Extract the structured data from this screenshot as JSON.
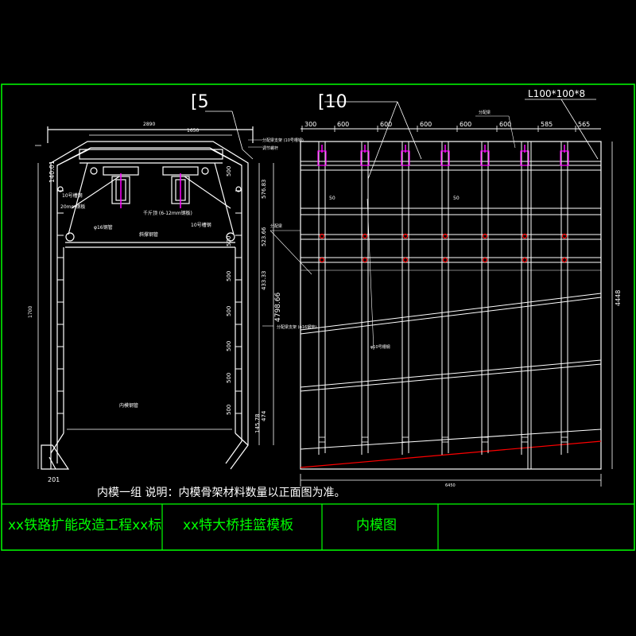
{
  "drawing": {
    "section_tag": "[5",
    "front_tag": "[10",
    "angle_tag": "L100*100*8",
    "caption": "内模一组   说明：内模骨架材料数量以正面图为准。",
    "front_top_dims": [
      "300",
      "600",
      "600",
      "600",
      "600",
      "600",
      "585",
      "565"
    ],
    "section_right_dims": [
      "500",
      "500",
      "500",
      "500",
      "500",
      "500",
      "500"
    ],
    "section_right_extra": [
      "576.83",
      "523.66",
      "433.33",
      "474"
    ],
    "section_left_dims": [
      "140.01",
      "1700"
    ],
    "side_numbers": [
      "4798.66",
      "4448"
    ],
    "small_notes": [
      "10号槽钢",
      "20mm钢板",
      "φ16钢管",
      "10号槽钢",
      "斜撑钢管",
      "分配梁",
      "φ10号槽钢",
      "内模钢管",
      "145.78",
      "201",
      "50",
      "50"
    ],
    "bottom_dim": "6450"
  },
  "title_block": {
    "project": "xx铁路扩能改造工程xx标",
    "bridge": "xx特大桥挂篮模板",
    "drawing_name": "内模图",
    "empty_cell": ""
  },
  "colors": {
    "background": "#000000",
    "frame": "#00ff00",
    "lines": "#ffffff",
    "magenta": "#ff00ff",
    "red": "#ff0000",
    "title_text": "#00ff00"
  }
}
